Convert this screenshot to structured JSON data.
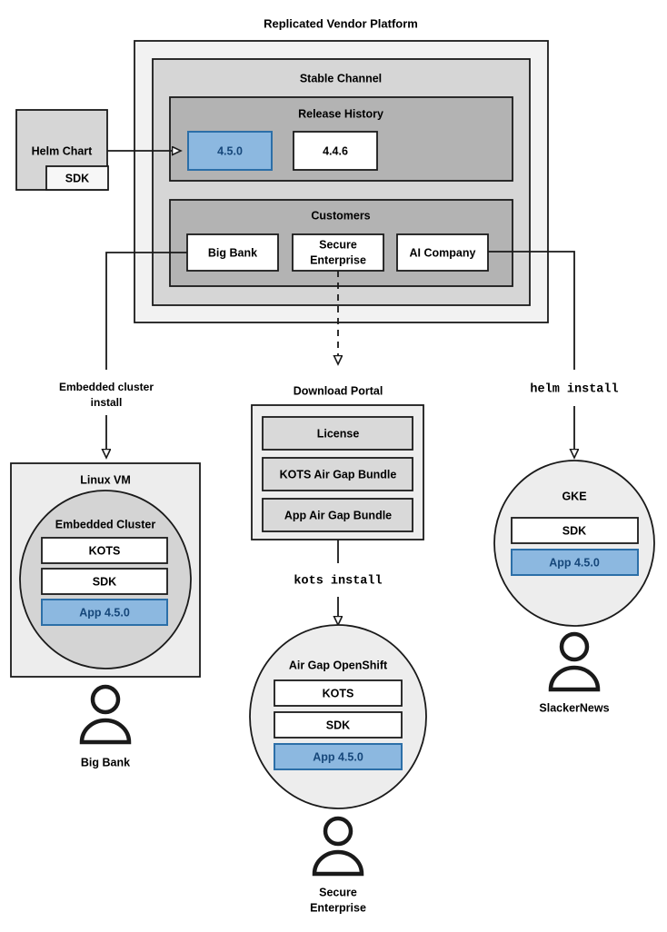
{
  "diagram": {
    "title": "Replicated Vendor Platform",
    "colors": {
      "outer_panel": "#f2f2f2",
      "channel_panel": "#d6d6d6",
      "section_panel": "#b3b3b3",
      "card_white": "#ffffff",
      "card_grey": "#d9d9d9",
      "cluster_fill": "#d4d4d4",
      "vm_fill": "#ededed",
      "circle_fill": "#ededed",
      "accent_blue": "#8cb8e0",
      "accent_blue_stroke": "#2c6fa8",
      "accent_blue_text": "#16477a",
      "stroke": "#1a1a1a"
    },
    "platform": {
      "title": "Replicated Vendor Platform",
      "channel": {
        "title": "Stable Channel",
        "release_history": {
          "title": "Release History",
          "releases": [
            {
              "version": "4.5.0",
              "highlighted": true
            },
            {
              "version": "4.4.6",
              "highlighted": false
            }
          ]
        },
        "customers": {
          "title": "Customers",
          "entries": [
            {
              "name": "Big Bank"
            },
            {
              "name": "Secure Enterprise",
              "line1": "Secure",
              "line2": "Enterprise"
            },
            {
              "name": "AI Company"
            }
          ]
        }
      }
    },
    "helm_chart": {
      "title": "Helm Chart",
      "sdk_label": "SDK"
    },
    "edge_labels": {
      "embedded_install_line1": "Embedded cluster",
      "embedded_install_line2": "install",
      "helm_install": "helm install",
      "kots_install": "kots install"
    },
    "download_portal": {
      "title": "Download Portal",
      "items": [
        {
          "label": "License"
        },
        {
          "label": "KOTS Air Gap Bundle"
        },
        {
          "label": "App Air Gap Bundle"
        }
      ]
    },
    "targets": [
      {
        "id": "linux-vm",
        "title": "Linux VM",
        "shape": "rect",
        "inner_title": "Embedded Cluster",
        "components": [
          {
            "label": "KOTS",
            "highlighted": false
          },
          {
            "label": "SDK",
            "highlighted": false
          },
          {
            "label": "App 4.5.0",
            "highlighted": true
          }
        ],
        "user_label_line1": "Big Bank",
        "user_label_line2": ""
      },
      {
        "id": "air-gap-openshift",
        "title": "Air Gap OpenShift",
        "shape": "circle",
        "inner_title": "",
        "components": [
          {
            "label": "KOTS",
            "highlighted": false
          },
          {
            "label": "SDK",
            "highlighted": false
          },
          {
            "label": "App 4.5.0",
            "highlighted": true
          }
        ],
        "user_label_line1": "Secure",
        "user_label_line2": "Enterprise"
      },
      {
        "id": "gke",
        "title": "GKE",
        "shape": "circle",
        "inner_title": "",
        "components": [
          {
            "label": "SDK",
            "highlighted": false
          },
          {
            "label": "App 4.5.0",
            "highlighted": true
          }
        ],
        "user_label_line1": "SlackerNews",
        "user_label_line2": ""
      }
    ]
  }
}
